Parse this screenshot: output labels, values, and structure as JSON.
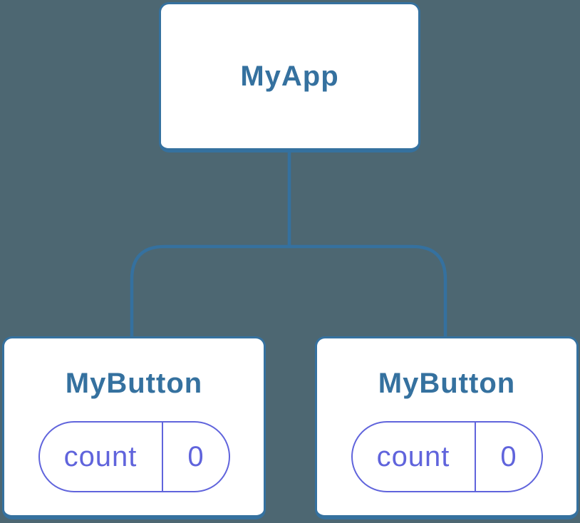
{
  "diagram": {
    "type": "component-tree",
    "colors": {
      "background": "#4d6772",
      "line_blue": "#35719f",
      "state_purple": "#6064dc",
      "card_bg": "#ffffff"
    },
    "root": {
      "label": "MyApp"
    },
    "children": [
      {
        "label": "MyButton",
        "state": {
          "key": "count",
          "value": "0"
        }
      },
      {
        "label": "MyButton",
        "state": {
          "key": "count",
          "value": "0"
        }
      }
    ]
  }
}
